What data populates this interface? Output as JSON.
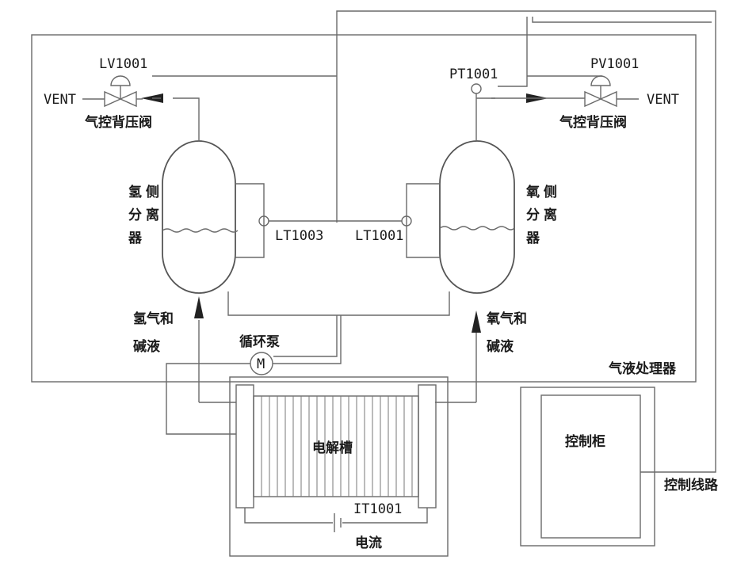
{
  "labels": {
    "lv1001": "LV1001",
    "pv1001": "PV1001",
    "pt1001": "PT1001",
    "vent_left": "VENT",
    "vent_right": "VENT",
    "valve_left": "气控背压阀",
    "valve_right": "气控背压阀",
    "h2_separator": [
      "氢",
      "侧",
      "分",
      "离",
      "器"
    ],
    "o2_separator": [
      "氧",
      "侧",
      "分",
      "离",
      "器"
    ],
    "lt1003": "LT1003",
    "lt1001": "LT1001",
    "h2_alkali": [
      "氢气和",
      "碱液"
    ],
    "o2_alkali": [
      "氧气和",
      "碱液"
    ],
    "pump": "循环泵",
    "pump_symbol": "M",
    "gas_liquid_processor": "气液处理器",
    "electrolyzer": "电解槽",
    "it1001": "IT1001",
    "current": "电流",
    "control_cabinet": "控制柜",
    "control_line": "控制线路"
  }
}
